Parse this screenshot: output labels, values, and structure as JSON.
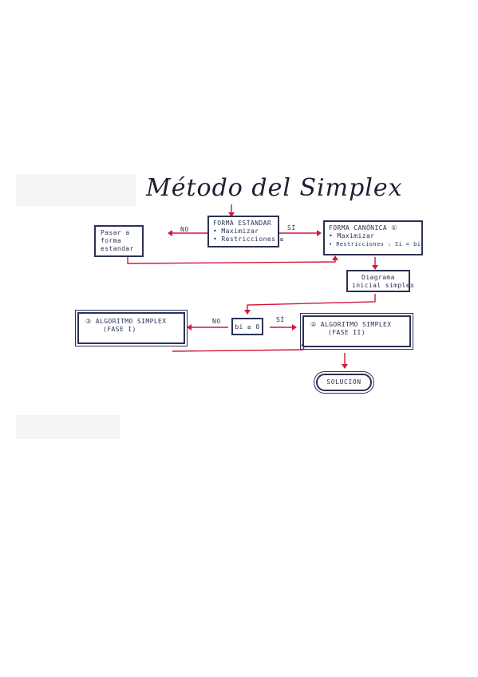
{
  "diagram": {
    "title": "Método del Simplex",
    "nodes": {
      "forma_estandar": {
        "lines": [
          "FORMA ESTANDAR",
          "• Maximizar",
          "• Restricciones ≤"
        ]
      },
      "pasar_forma": {
        "lines": [
          "Pasar a",
          "forma",
          "estandar"
        ]
      },
      "forma_canonica": {
        "lines": [
          "FORMA CANÓNICA ①",
          "• Maximizar",
          "• Restricciones : Si = bi"
        ]
      },
      "diagrama_inicial": {
        "lines": [
          "Diagrama",
          "inicial simplex"
        ]
      },
      "decision": {
        "label": "bi ≥ 0"
      },
      "fase_1": {
        "lines": [
          "③ ALGORITMO SIMPLEX",
          "(FASE I)"
        ]
      },
      "fase_2": {
        "lines": [
          "② ALGORITMO SIMPLEX",
          "(FASE II)"
        ]
      },
      "solucion": {
        "label": "SOLUCIÓN"
      }
    },
    "edge_labels": {
      "top_no": "NO",
      "top_si": "SÍ",
      "mid_no": "NO",
      "mid_si": "SÍ"
    }
  },
  "colors": {
    "ink": "#2b3254",
    "arrow": "#d1173d",
    "paper": "#ffffff"
  }
}
